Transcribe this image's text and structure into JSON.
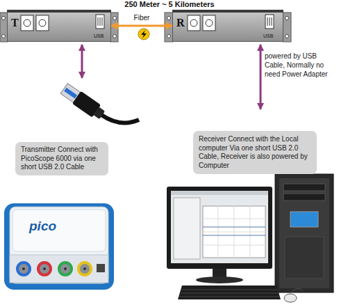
{
  "diagram": {
    "title": "250 Meter ~ 5 Kilometers",
    "nodes": [
      {
        "text": [
          "T",
          "USB"
        ]
      },
      {
        "text": [
          "R",
          "USB"
        ]
      },
      {
        "text": [
          "Transmitter Connect with PicoScope 6000 via one short USB 2.0 Cable"
        ]
      },
      {
        "text": [
          "Receiver Connect with the Local computer Via one short USB 2.0 Cable, Receiver is also powered by Computer"
        ]
      }
    ],
    "edges": [
      {
        "from": 0,
        "to": 1,
        "label": "Fiber",
        "arrow": "both"
      }
    ],
    "labels": [
      "powered by USB Cable, Normally no need Power Adapter",
      "pico"
    ]
  }
}
